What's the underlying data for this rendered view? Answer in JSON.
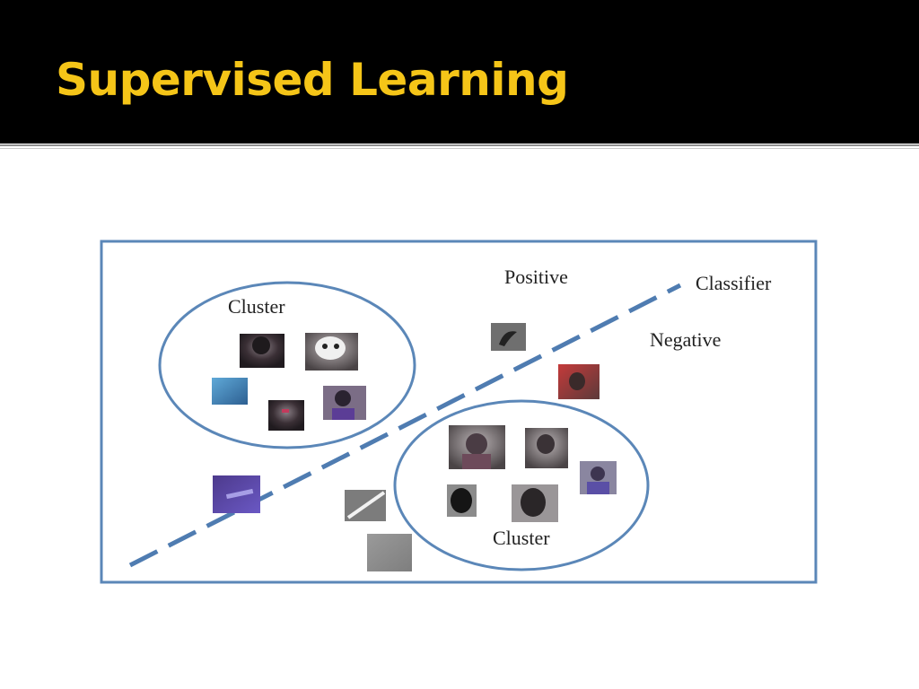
{
  "slide": {
    "title": "Supervised Learning"
  },
  "diagram": {
    "labels": {
      "cluster_top": "Cluster",
      "cluster_bottom": "Cluster",
      "positive": "Positive",
      "negative": "Negative",
      "classifier": "Classifier"
    },
    "colors": {
      "title": "#f5c518",
      "title_bar": "#000000",
      "frame": "#5b87b8",
      "cluster_outline": "#5b87b8",
      "classifier_line": "#4f7cb1"
    }
  }
}
